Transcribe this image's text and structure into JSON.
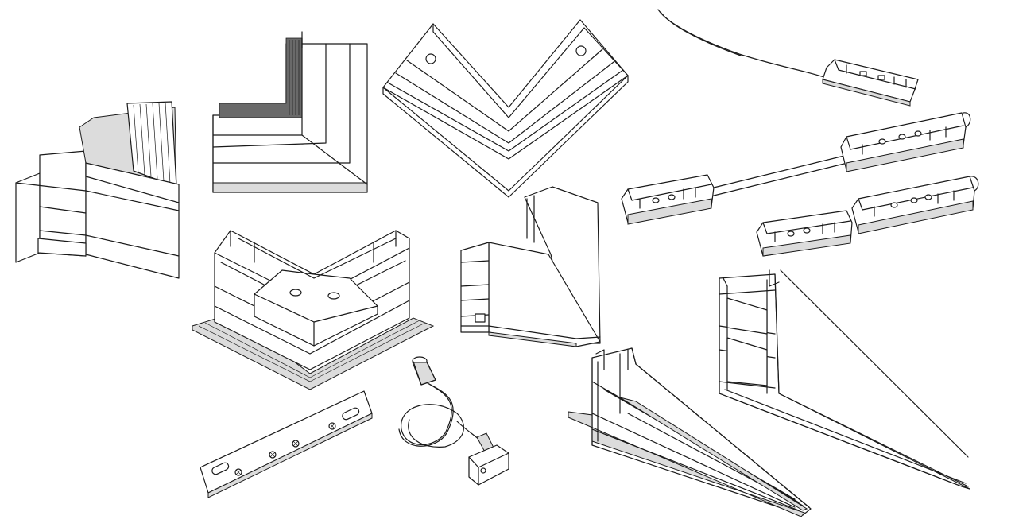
{
  "items": [
    {
      "id": "corner-profile-top-left"
    },
    {
      "id": "inner-corner-panel"
    },
    {
      "id": "v-corner-profile"
    },
    {
      "id": "connector-with-cable"
    },
    {
      "id": "connector-pair-with-cable"
    },
    {
      "id": "connector-pair-joined"
    },
    {
      "id": "square-corner-module"
    },
    {
      "id": "vertical-corner-piece"
    },
    {
      "id": "mounting-plate"
    },
    {
      "id": "suspension-cable-kit"
    },
    {
      "id": "trimless-profile-long"
    },
    {
      "id": "surface-profile-long"
    }
  ],
  "colors": {
    "line": "#1a1a1a",
    "background": "#ffffff",
    "shade": "#dcdcdc"
  }
}
